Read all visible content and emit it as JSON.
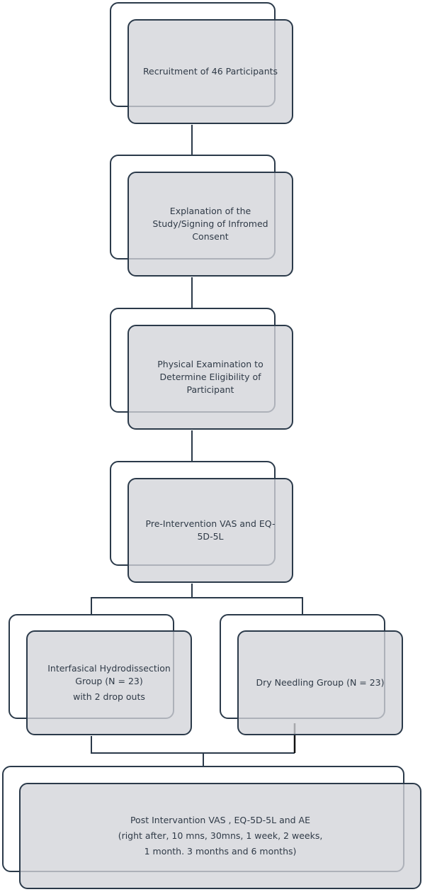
{
  "steps": {
    "recruitment": "Recruitment of 46 Participants",
    "consent": {
      "line1": "Explanation of the",
      "line2": "Study/Signing of Infromed",
      "line3": "Consent"
    },
    "eligibility": {
      "line1": "Physical Examination to",
      "line2": "Determine Eligibility of",
      "line3": "Participant"
    },
    "pre_intervention": {
      "line1": "Pre-Intervention VAS and EQ-",
      "line2": "5D-5L"
    },
    "hydrodissection_group": {
      "line1": "Interfasical Hydrodissection",
      "line2": "Group (N = 23)",
      "line3": "with 2 drop outs"
    },
    "dry_needling_group": "Dry Needling Group (N = 23)",
    "post_intervention": {
      "line1": "Post Intervantion VAS ,  EQ-5D-5L and AE",
      "line2": "(right after, 10 mns, 30mns, 1 week, 2 weeks,",
      "line3": "1 month. 3 months and 6 months)"
    }
  }
}
